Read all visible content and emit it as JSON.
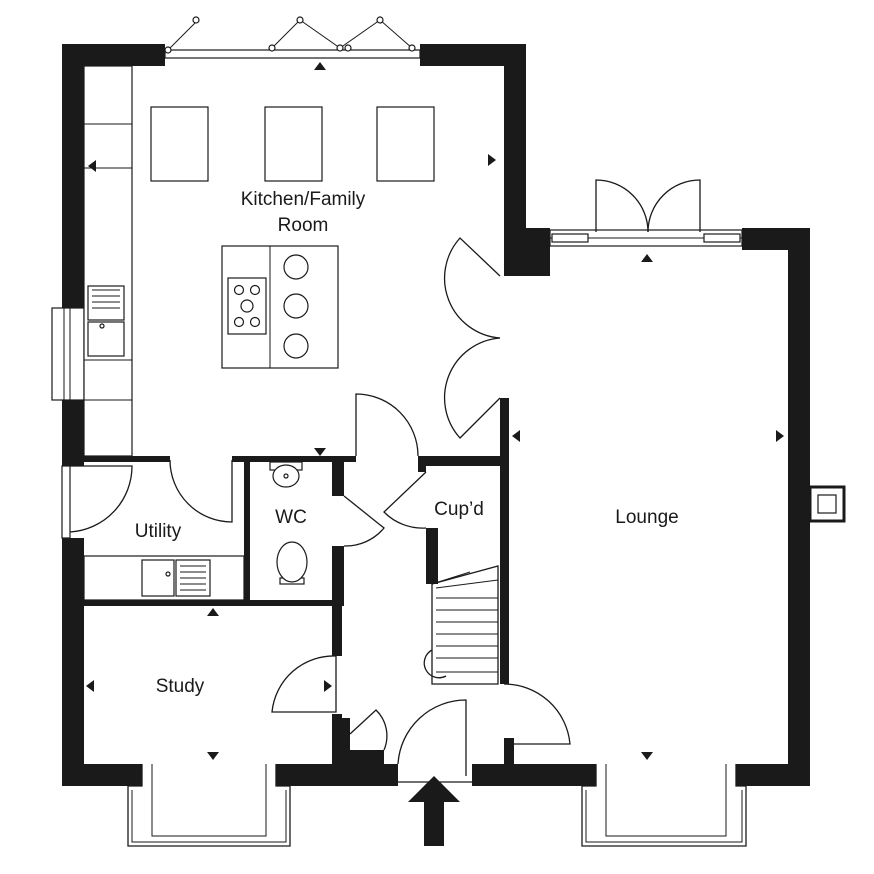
{
  "rooms": {
    "kitchen_line1": "Kitchen/Family",
    "kitchen_line2": "Room",
    "lounge": "Lounge",
    "utility": "Utility",
    "wc": "WC",
    "cupboard": "Cup’d",
    "study": "Study"
  },
  "colors": {
    "wall": "#1a1a1a",
    "background": "#ffffff"
  },
  "icons": {
    "entrance": "entrance-arrow-icon",
    "window_marker": "window-marker-triangle-icon"
  }
}
